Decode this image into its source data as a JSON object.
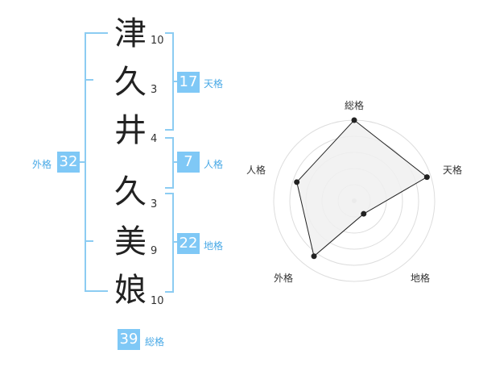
{
  "characters": [
    {
      "char": "津",
      "strokes": "10"
    },
    {
      "char": "久",
      "strokes": "3"
    },
    {
      "char": "井",
      "strokes": "4"
    },
    {
      "char": "久",
      "strokes": "3"
    },
    {
      "char": "美",
      "strokes": "9"
    },
    {
      "char": "娘",
      "strokes": "10"
    }
  ],
  "fortunes": {
    "tenkaku": {
      "value": "17",
      "label": "天格"
    },
    "jinkaku": {
      "value": "7",
      "label": "人格"
    },
    "chikaku": {
      "value": "22",
      "label": "地格"
    },
    "gaikaku": {
      "value": "32",
      "label": "外格"
    },
    "soukaku": {
      "value": "39",
      "label": "総格"
    }
  },
  "radar": {
    "axes": [
      "総格",
      "天格",
      "地格",
      "外格",
      "人格"
    ],
    "values": [
      1.0,
      0.95,
      0.2,
      0.85,
      0.75
    ],
    "colors": {
      "fill": "#f0f0f0",
      "line": "#222222",
      "ring": "#dddddd"
    }
  },
  "colors": {
    "accent": "#7fc8f6",
    "bracket": "#8cccf2"
  }
}
